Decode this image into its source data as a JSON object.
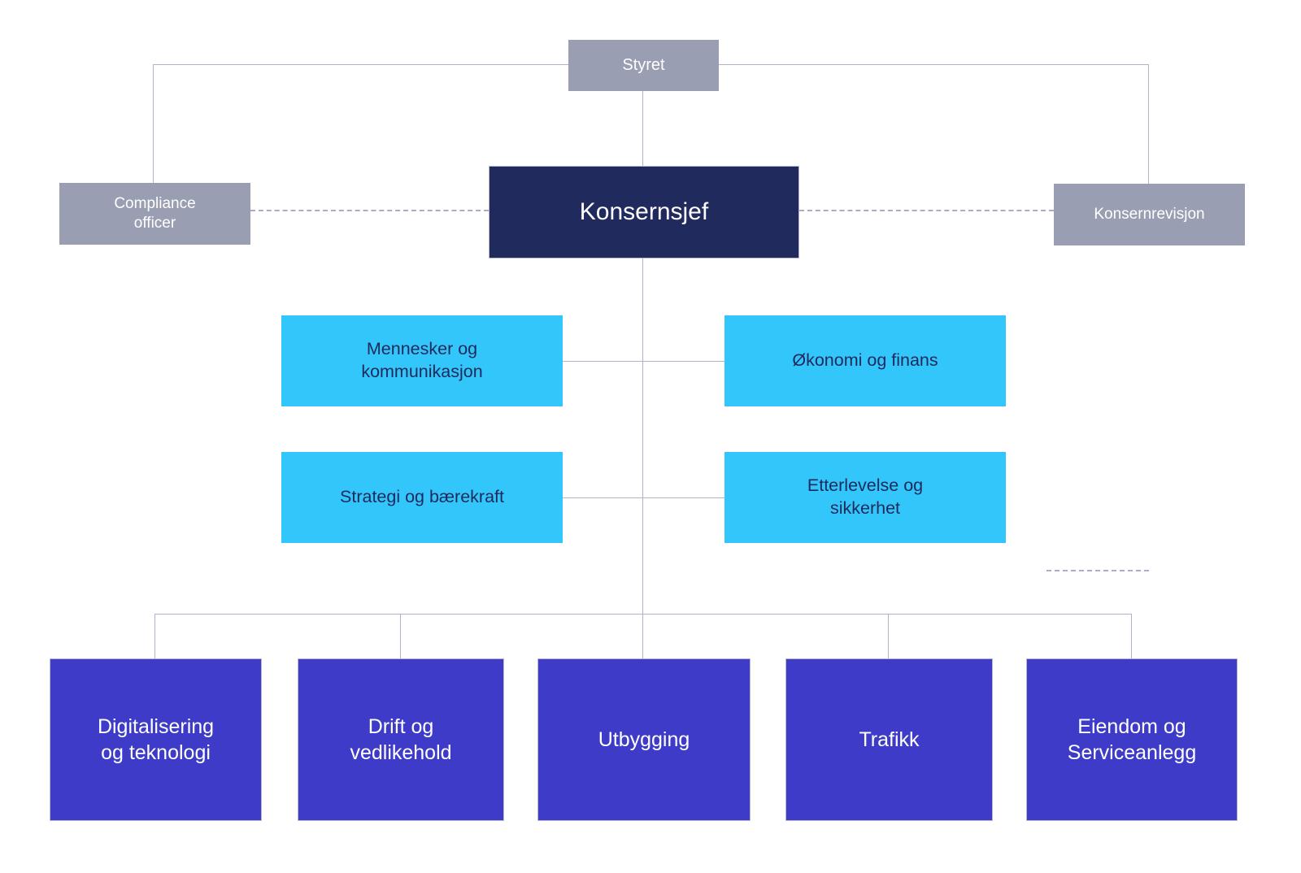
{
  "org_chart": {
    "nodes": {
      "styret": {
        "label": "Styret"
      },
      "compliance_officer": {
        "label": "Compliance\nofficer"
      },
      "konsernsjef": {
        "label": "Konsernsjef"
      },
      "konsernrevisjon": {
        "label": "Konsernrevisjon"
      },
      "mennesker_og_kommunikasjon": {
        "label": "Mennesker og\nkommunikasjon"
      },
      "okonomi_og_finans": {
        "label": "Økonomi og finans"
      },
      "strategi_og_baerekraft": {
        "label": "Strategi og bærekraft"
      },
      "etterlevelse_og_sikkerhet": {
        "label": "Etterlevelse og\nsikkerhet"
      },
      "digitalisering_og_teknologi": {
        "label": "Digitalisering\nog teknologi"
      },
      "drift_og_vedlikehold": {
        "label": "Drift og\nvedlikehold"
      },
      "utbygging": {
        "label": "Utbygging"
      },
      "trafikk": {
        "label": "Trafikk"
      },
      "eiendom_og_serviceanlegg": {
        "label": "Eiendom og\nServiceanlegg"
      }
    },
    "colors": {
      "gray_box": "#9A9EB2",
      "navy_box": "#202A5C",
      "cyan_box": "#33C6FA",
      "blue_box": "#3D3BC7",
      "text_on_cyan": "#1E2A5C",
      "text_light": "#FFFFFF",
      "connector": "#AFB3C7",
      "connector_dashed": "#A8ADC9",
      "box_border": "#B6BACB",
      "background": "#FFFFFF"
    }
  }
}
